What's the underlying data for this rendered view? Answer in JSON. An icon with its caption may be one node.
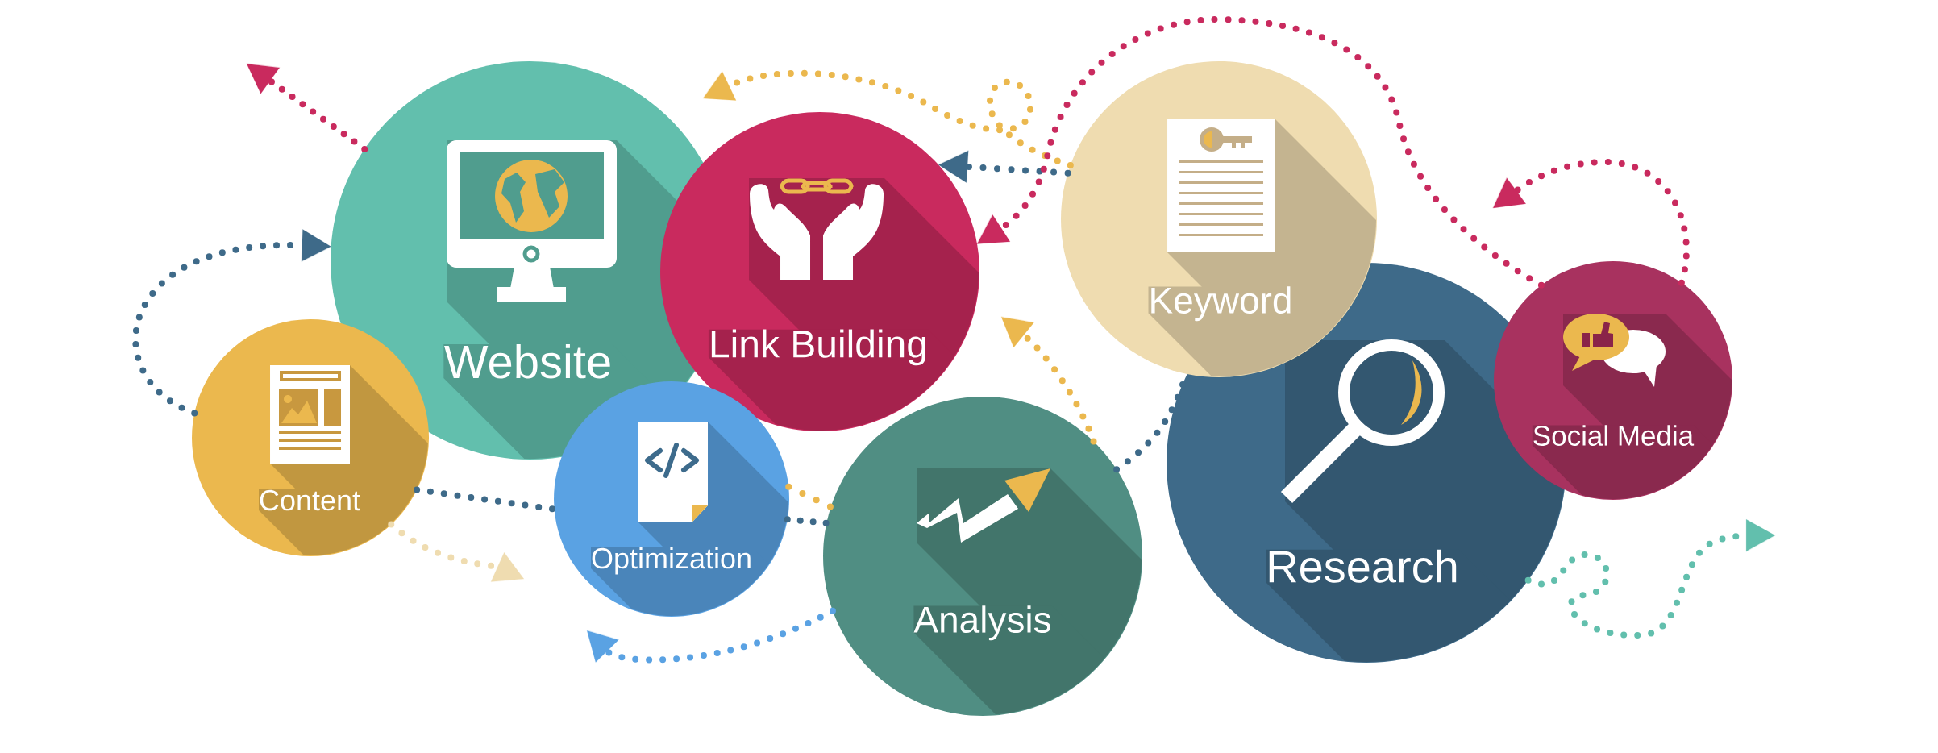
{
  "diagram": {
    "nodes": [
      {
        "text": [
          "Content"
        ]
      },
      {
        "text": [
          "Website"
        ]
      },
      {
        "text": [
          "Optimization"
        ]
      },
      {
        "text": [
          "Link Building"
        ]
      },
      {
        "text": [
          "Analysis"
        ]
      },
      {
        "text": [
          "Keyword"
        ]
      },
      {
        "text": [
          "Research"
        ]
      },
      {
        "text": [
          "Social Media"
        ]
      }
    ],
    "edges": [
      {
        "from": 1,
        "to": null,
        "arrow": "to",
        "color": "#c92a5e"
      },
      {
        "from": 0,
        "to": 1,
        "arrow": "to"
      },
      {
        "from": 0,
        "to": 2,
        "arrow": "none"
      },
      {
        "from": 0,
        "to": null,
        "arrow": "to",
        "color": "#efdcb0"
      },
      {
        "from": 2,
        "to": 4,
        "arrow": "none",
        "color": "#ebb84e"
      },
      {
        "from": 2,
        "to": 4,
        "arrow": "none"
      },
      {
        "from": 4,
        "to": null,
        "arrow": "to",
        "color": "#5aa2e3"
      },
      {
        "from": 5,
        "to": null,
        "arrow": "to",
        "color": "#ebb84e"
      },
      {
        "from": 4,
        "to": null,
        "arrow": "to",
        "color": "#ebb84e"
      },
      {
        "from": 5,
        "to": 3,
        "arrow": "to"
      },
      {
        "from": 4,
        "to": 6,
        "arrow": "none"
      },
      {
        "from": 7,
        "to": 3,
        "arrow": "to",
        "color": "#c92a5e"
      },
      {
        "from": 7,
        "to": null,
        "arrow": "to",
        "color": "#c92a5e"
      },
      {
        "from": 6,
        "to": null,
        "arrow": "to",
        "color": "#62bfad"
      }
    ]
  }
}
